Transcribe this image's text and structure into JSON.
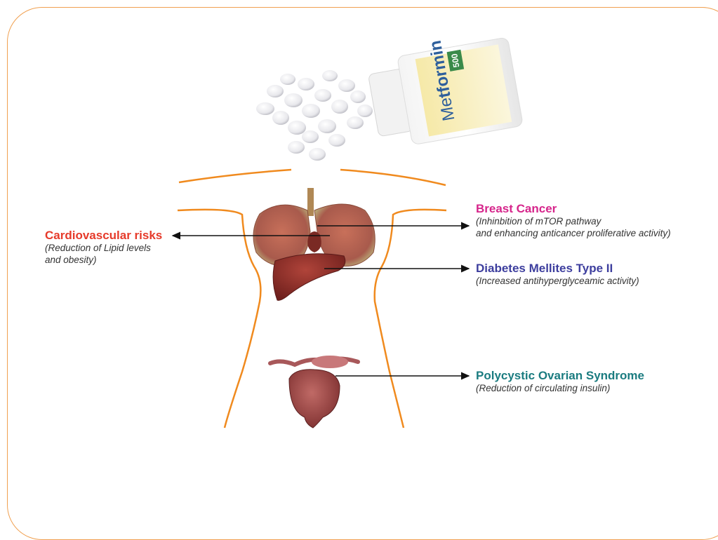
{
  "bottle": {
    "brand_prefix": "Me",
    "brand_main": "tformin",
    "strength": "500"
  },
  "labels": {
    "cardiovascular": {
      "title": "Cardiovascular risks",
      "desc_line1": "(Reduction of Lipid levels",
      "desc_line2": "and obesity)"
    },
    "breast_cancer": {
      "title": "Breast Cancer",
      "desc_line1": "(Inhinbition of mTOR pathway",
      "desc_line2": "and enhancing anticancer proliferative activity)"
    },
    "diabetes": {
      "title": "Diabetes Mellites Type II",
      "desc_line1": "(Increased antihyperglyceamic activity)"
    },
    "pcos": {
      "title": "Polycystic Ovarian Syndrome",
      "desc_line1": "(Reduction of circulating insulin)"
    }
  },
  "colors": {
    "frame": "#f0a050",
    "body_outline": "#f08a1e",
    "cardiovascular": "#e63a2a",
    "breast_cancer": "#d6258b",
    "diabetes": "#3d3e9e",
    "pcos": "#1b7c80",
    "arrow": "#111111"
  },
  "icons": [
    "pill-icon",
    "medicine-bottle-icon",
    "lungs-icon",
    "liver-icon",
    "uterus-icon",
    "arrow-icon"
  ]
}
